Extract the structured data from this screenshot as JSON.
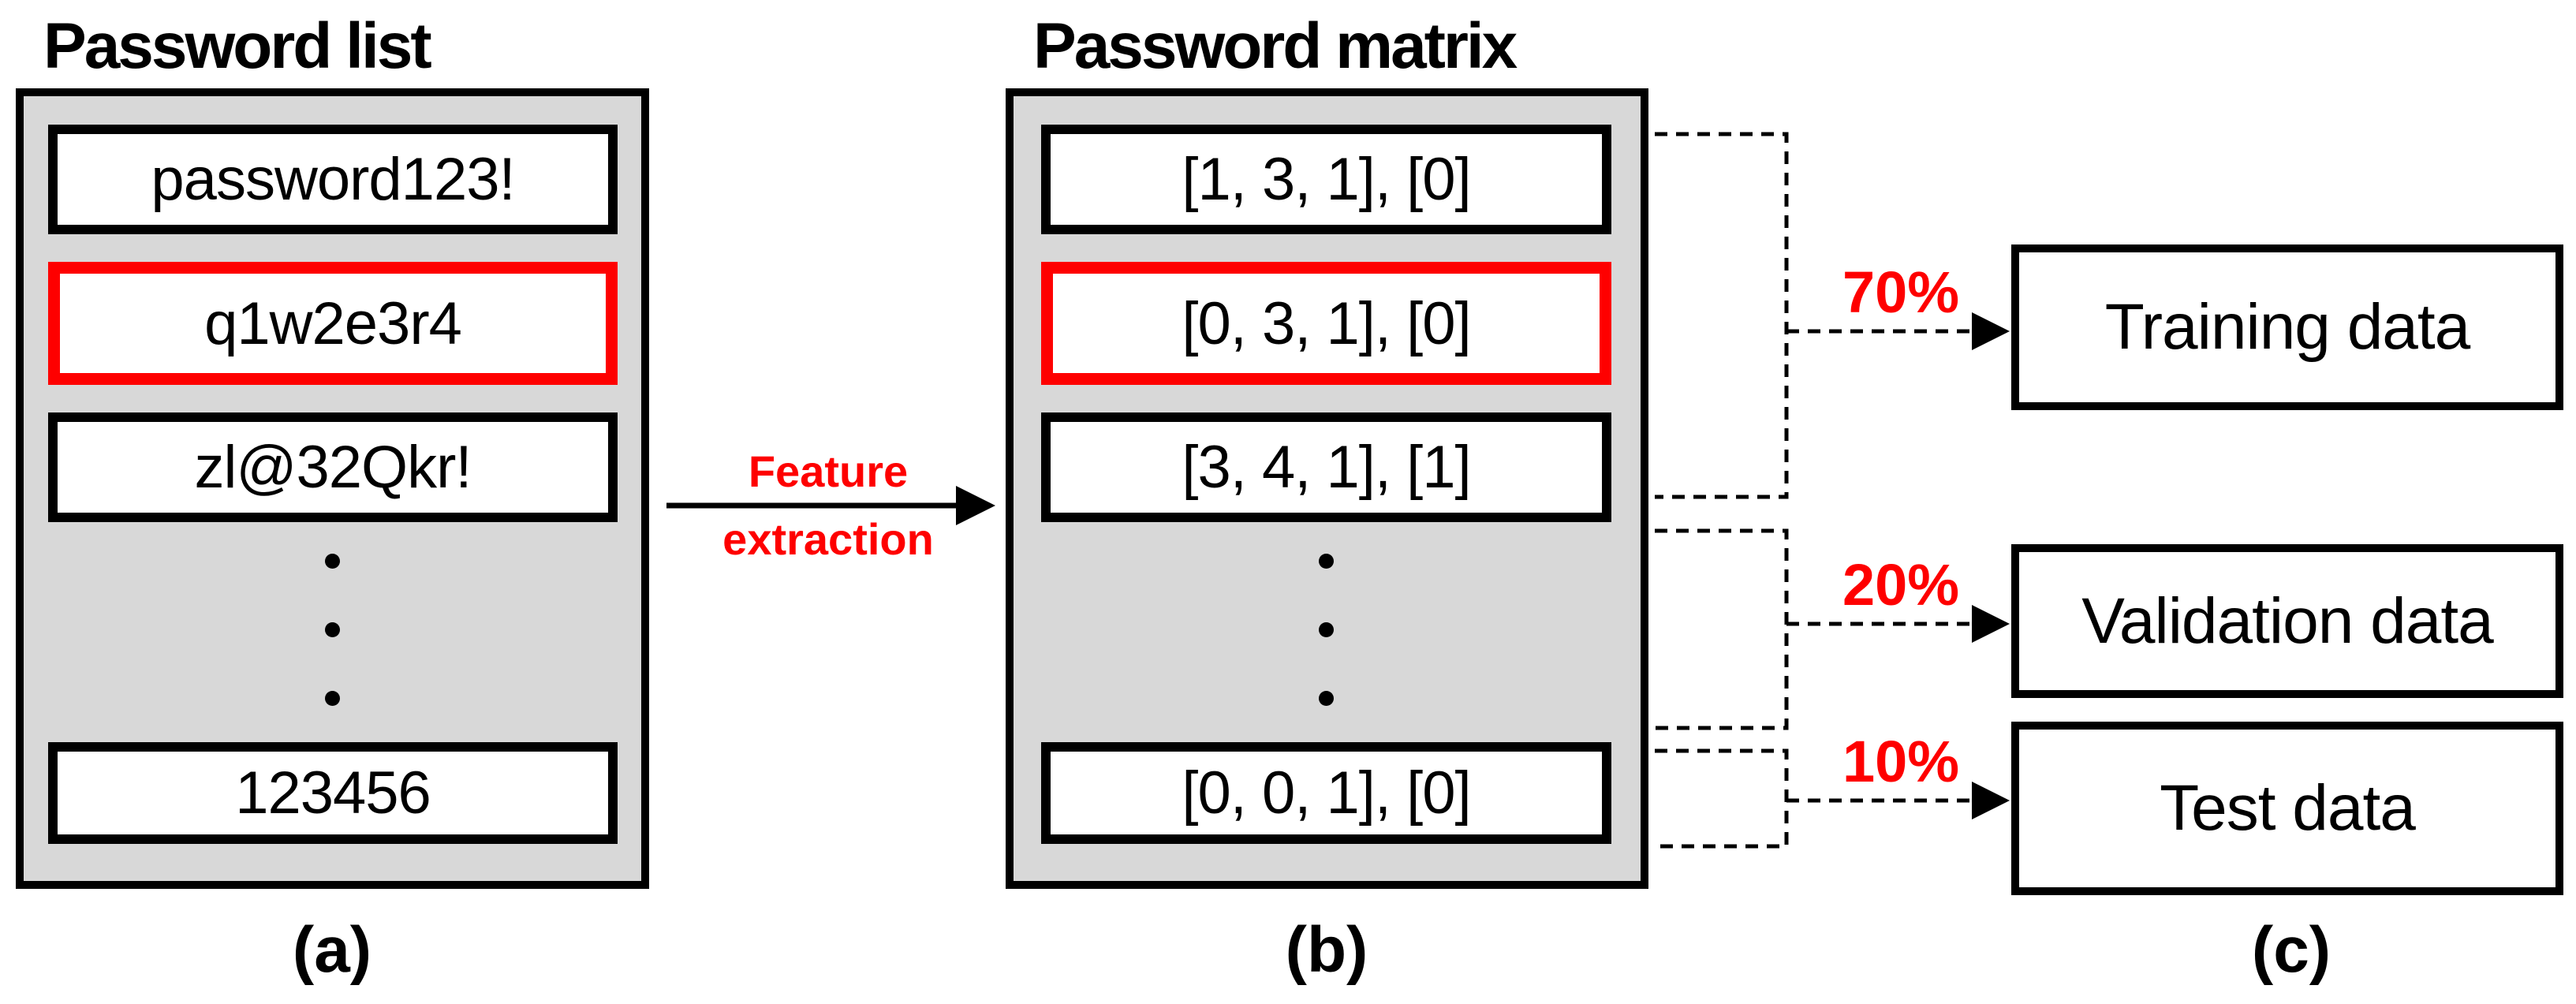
{
  "figure": {
    "panel_a": {
      "title": "Password list",
      "items": [
        "password123!",
        "q1w2e3r4",
        "zl@32Qkr!",
        "123456"
      ],
      "highlighted_item": "q1w2e3r4",
      "label": "(a)"
    },
    "transform_arrow": {
      "label_line1": "Feature",
      "label_line2": "extraction"
    },
    "panel_b": {
      "title": "Password matrix",
      "items": [
        "[1, 3, 1], [0]",
        "[0, 3, 1], [0]",
        "[3, 4, 1], [1]",
        "[0, 0, 1], [0]"
      ],
      "highlighted_item": "[0, 3, 1], [0]",
      "label": "(b)"
    },
    "splits": [
      {
        "percent": "70%",
        "target": "Training data"
      },
      {
        "percent": "20%",
        "target": "Validation data"
      },
      {
        "percent": "10%",
        "target": "Test data"
      }
    ],
    "panel_c_label": "(c)",
    "colors": {
      "highlight_red": "#fe0000",
      "panel_gray": "#d8d8d8",
      "line_black": "#000000"
    }
  }
}
